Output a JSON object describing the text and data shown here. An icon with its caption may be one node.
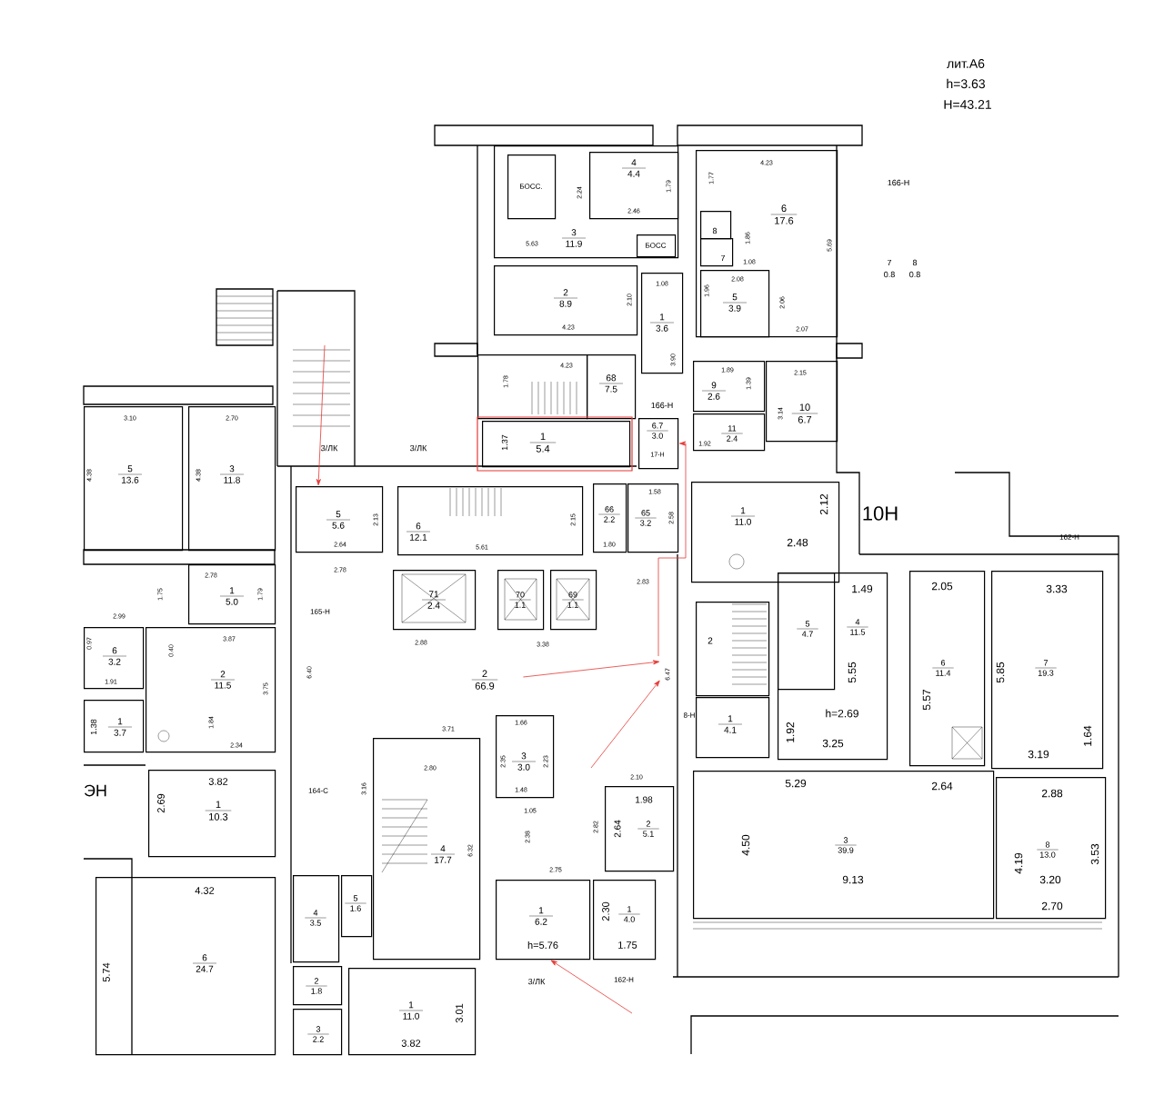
{
  "diagram": {
    "nodes": [
      {
        "text": [
          "3",
          "11.9",
          "5.63",
          "2.24"
        ]
      },
      {
        "text": [
          "БОСС."
        ],
        "in": 0
      },
      {
        "text": [
          "4",
          "4.4",
          "2.46",
          "1.79"
        ],
        "in": 0
      },
      {
        "text": [
          "БОСС"
        ],
        "in": 0
      },
      {
        "text": [
          "2",
          "8.9",
          "4.23",
          "2.10"
        ]
      },
      {
        "text": [
          "1.08",
          "1",
          "3.6",
          "3.90"
        ]
      },
      {
        "text": [
          "4.23",
          "6",
          "17.6",
          "1.77",
          "1.86",
          "1.08",
          "2.06",
          "5.69",
          "2.07"
        ]
      },
      {
        "text": [
          "8"
        ],
        "in": 6
      },
      {
        "text": [
          "7"
        ],
        "in": 6
      },
      {
        "text": [
          "2.08",
          "5",
          "3.9",
          "1.96"
        ],
        "in": 6
      },
      {
        "text": [
          "4.23",
          "1.78"
        ]
      },
      {
        "text": [
          "68",
          "7.5"
        ]
      },
      {
        "text": [
          "6.7",
          "3.0",
          "17-Н"
        ]
      },
      {
        "text": [
          "1",
          "5.4",
          "1.37"
        ]
      },
      {
        "text": [
          "1.89",
          "9",
          "2.6",
          "1.39"
        ]
      },
      {
        "text": [
          "2.15",
          "10",
          "6.7",
          "3.14"
        ]
      },
      {
        "text": [
          "11",
          "2.4",
          "1.92"
        ]
      },
      {
        "text": [
          "3.10",
          "5",
          "13.6",
          "4.38"
        ]
      },
      {
        "text": [
          "2.70",
          "3",
          "11.8",
          "4.38"
        ]
      },
      {
        "text": [
          "2.78",
          "1",
          "5.0",
          "1.79"
        ]
      },
      {
        "text": [
          "6",
          "3.2",
          "1.91",
          "0.97"
        ]
      },
      {
        "text": [
          "3.87",
          "2",
          "11.5",
          "0.40",
          "3.75",
          "1.84",
          "2.34"
        ]
      },
      {
        "text": [
          "1",
          "3.7",
          "1.38"
        ]
      },
      {
        "text": [
          "3.82",
          "1",
          "10.3",
          "2.69"
        ]
      },
      {
        "text": [
          "4.32",
          "6",
          "24.7",
          "5.74"
        ]
      },
      {
        "text": [
          "4",
          "3.5"
        ]
      },
      {
        "text": [
          "5",
          "1.6"
        ]
      },
      {
        "text": [
          "2",
          "1.8"
        ]
      },
      {
        "text": [
          "3",
          "2.2"
        ]
      },
      {
        "text": [
          "1",
          "11.0",
          "3.82",
          "3.01"
        ]
      },
      {
        "text": [
          "5",
          "5.6",
          "2.13",
          "2.64"
        ]
      },
      {
        "text": [
          "6",
          "12.1",
          "2.15",
          "5.61"
        ]
      },
      {
        "text": [
          "71",
          "2.4"
        ]
      },
      {
        "text": [
          "70",
          "1.1"
        ]
      },
      {
        "text": [
          "69",
          "1.1"
        ]
      },
      {
        "text": [
          "66",
          "2.2",
          "1.80"
        ]
      },
      {
        "text": [
          "1.58",
          "65",
          "3.2",
          "2.58"
        ]
      },
      {
        "text": [
          "2",
          "66.9",
          "6.40"
        ]
      },
      {
        "text": [
          "1.66",
          "3",
          "3.0",
          "2.35",
          "2.23",
          "1.48"
        ]
      },
      {
        "text": [
          "4",
          "17.7",
          "2.80",
          "6.32"
        ]
      },
      {
        "text": [
          "1.98",
          "2",
          "5.1",
          "2.64"
        ]
      },
      {
        "text": [
          "1",
          "6.2",
          "h=5.76"
        ]
      },
      {
        "text": [
          "1",
          "4.0",
          "2.30",
          "1.75"
        ]
      },
      {
        "text": [
          "1",
          "11.0",
          "2.12",
          "2.48"
        ]
      },
      {
        "text": [
          "2"
        ]
      },
      {
        "text": [
          "1",
          "4.1"
        ]
      },
      {
        "text": [
          "1.49",
          "4",
          "11.5",
          "5.55",
          "h=2.69",
          "1.92",
          "3.25"
        ]
      },
      {
        "text": [
          "5",
          "4.7"
        ],
        "in": 46
      },
      {
        "text": [
          "2.05",
          "6",
          "11.4",
          "5.57"
        ]
      },
      {
        "text": [
          "3.33",
          "7",
          "19.3",
          "5.85",
          "3.19",
          "1.64"
        ]
      },
      {
        "text": [
          "5.29",
          "2.64",
          "3",
          "39.9",
          "4.50",
          "9.13"
        ]
      },
      {
        "text": [
          "2.88",
          "8",
          "13.0",
          "4.19",
          "3.53",
          "3.20",
          "2.70"
        ]
      },
      {
        "text": [
          "6.47"
        ]
      }
    ],
    "edges": [
      {
        "from": null,
        "to": 30,
        "arrow": "to",
        "color": "#e53935"
      },
      {
        "from": 52,
        "to": 12,
        "arrow": "to",
        "color": "#e53935"
      },
      {
        "from": 37,
        "to": 52,
        "arrow": "to",
        "color": "#e53935"
      },
      {
        "from": null,
        "to": 52,
        "arrow": "to",
        "color": "#e53935"
      },
      {
        "from": null,
        "to": 41,
        "arrow": "to",
        "color": "#e53935"
      }
    ],
    "labels": [
      "лит.А6",
      "h=3.63",
      "H=43.21",
      "166-Н",
      "7",
      "8",
      "0.8",
      "0.8",
      "166-Н",
      "3/ЛК",
      "3/ЛК",
      "10Н",
      "162-Н",
      "2.78",
      "2.83",
      "1.75",
      "165-Н",
      "2.99",
      "2.88",
      "3.38",
      "8-Н",
      "3.71",
      "2.10",
      "ЭН",
      "164-С",
      "3.16",
      "1.05",
      "2.82",
      "2.38",
      "2.75",
      "3/ЛК",
      "162-Н"
    ]
  }
}
